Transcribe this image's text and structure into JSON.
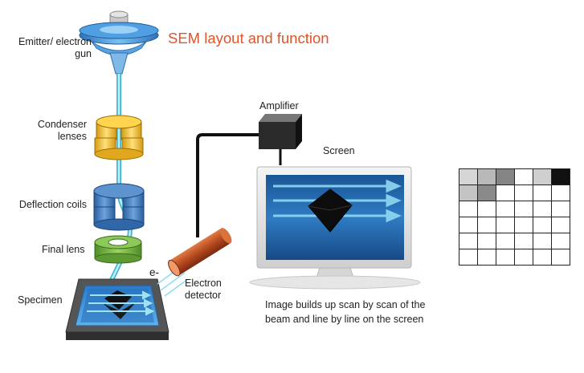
{
  "title": "SEM layout and function",
  "colors": {
    "title": "#e0552a",
    "beam": "#7fd9ea",
    "condenser": "#e8b92f",
    "deflection": "#3f78b9",
    "final_lens": "#6aaa3a",
    "emitter": "#3f8fd6",
    "detector": "#b5491f",
    "screen_bg": "#1f63a8",
    "arrow": "#9fe3f3"
  },
  "labels": {
    "emitter": "Emitter/ electron gun",
    "condenser": "Condenser lenses",
    "deflection": "Deflection coils",
    "final_lens": "Final lens",
    "specimen": "Specimen",
    "electron": "e-",
    "detector": "Electron detector",
    "amplifier": "Amplifier",
    "screen": "Screen"
  },
  "caption": "Image builds up scan by scan of the beam and line by line on the screen",
  "pixel_grid": {
    "rows": 6,
    "cols": 6,
    "shades": [
      [
        "#d6d6d6",
        "#b9b9b9",
        "#858585",
        "#ffffff",
        "#cfcfcf",
        "#111111"
      ],
      [
        "#c4c4c4",
        "#8a8a8a",
        "#ffffff",
        "#ffffff",
        "#ffffff",
        "#ffffff"
      ],
      [
        "#ffffff",
        "#ffffff",
        "#ffffff",
        "#ffffff",
        "#ffffff",
        "#ffffff"
      ],
      [
        "#ffffff",
        "#ffffff",
        "#ffffff",
        "#ffffff",
        "#ffffff",
        "#ffffff"
      ],
      [
        "#ffffff",
        "#ffffff",
        "#ffffff",
        "#ffffff",
        "#ffffff",
        "#ffffff"
      ],
      [
        "#ffffff",
        "#ffffff",
        "#ffffff",
        "#ffffff",
        "#ffffff",
        "#ffffff"
      ]
    ]
  }
}
